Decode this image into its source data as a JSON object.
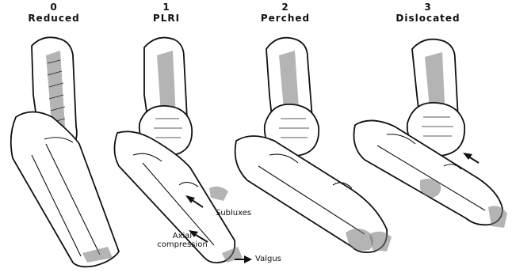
{
  "stages": [
    {
      "number": "0",
      "title": "Reduced"
    },
    {
      "number": "1",
      "title": "PLRI"
    },
    {
      "number": "2",
      "title": "Perched"
    },
    {
      "number": "3",
      "title": "Dislocated"
    }
  ],
  "annotations": {
    "subluxes": "Subluxes",
    "axial_compression_line1": "Axial",
    "axial_compression_line2": "compression",
    "valgus": "Valgus"
  }
}
